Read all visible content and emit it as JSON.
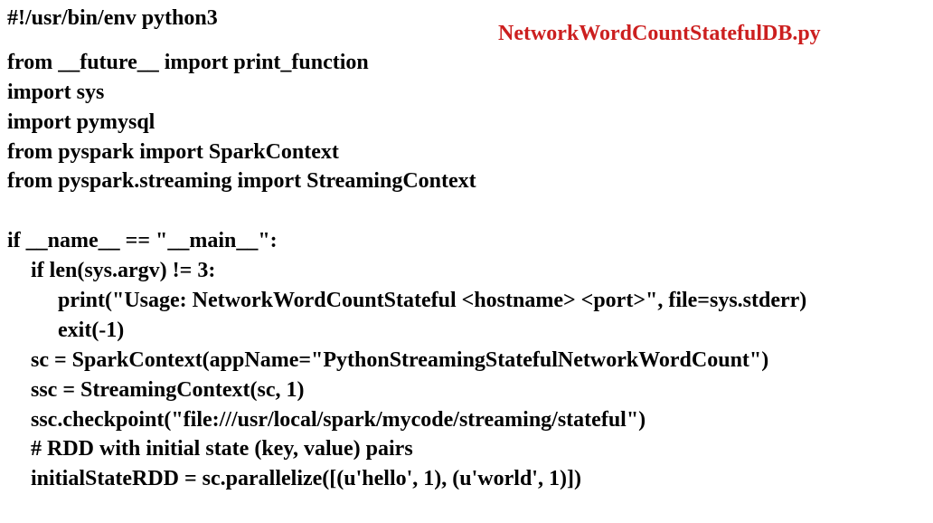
{
  "filename": "NetworkWordCountStatefulDB.py",
  "code_lines": [
    "#!/usr/bin/env python3",
    "from __future__ import print_function",
    "import sys",
    "import pymysql",
    "from pyspark import SparkContext",
    "from pyspark.streaming import StreamingContext",
    "if __name__ == \"__main__\":",
    "if len(sys.argv) != 3:",
    "print(\"Usage: NetworkWordCountStateful <hostname> <port>\", file=sys.stderr)",
    "exit(-1)",
    "sc = SparkContext(appName=\"PythonStreamingStatefulNetworkWordCount\")",
    "ssc = StreamingContext(sc, 1)",
    "ssc.checkpoint(\"file:///usr/local/spark/mycode/streaming/stateful\")",
    "# RDD with initial state (key, value) pairs",
    "initialStateRDD = sc.parallelize([(u'hello', 1), (u'world', 1)])"
  ],
  "colors": {
    "filename": "#cc1f1f",
    "code": "#000000",
    "background": "#ffffff"
  }
}
